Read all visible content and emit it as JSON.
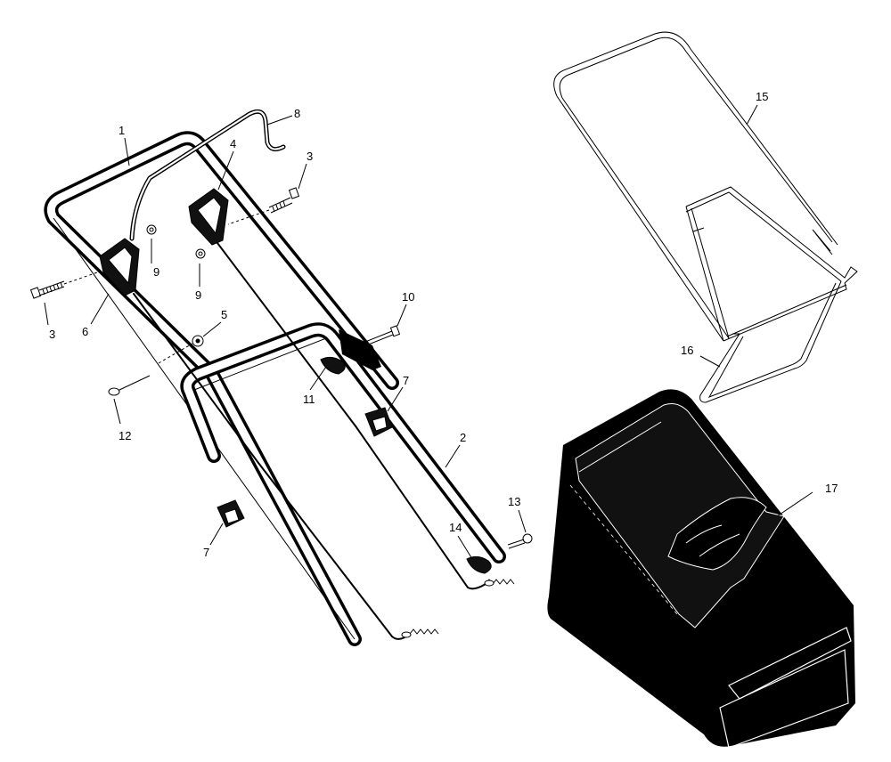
{
  "diagram": {
    "callouts": [
      {
        "id": "c1",
        "label": "1"
      },
      {
        "id": "c2",
        "label": "2"
      },
      {
        "id": "c3a",
        "label": "3"
      },
      {
        "id": "c3b",
        "label": "3"
      },
      {
        "id": "c4",
        "label": "4"
      },
      {
        "id": "c5",
        "label": "5"
      },
      {
        "id": "c6",
        "label": "6"
      },
      {
        "id": "c7a",
        "label": "7"
      },
      {
        "id": "c7b",
        "label": "7"
      },
      {
        "id": "c8",
        "label": "8"
      },
      {
        "id": "c9a",
        "label": "9"
      },
      {
        "id": "c9b",
        "label": "9"
      },
      {
        "id": "c10",
        "label": "10"
      },
      {
        "id": "c11",
        "label": "11"
      },
      {
        "id": "c12",
        "label": "12"
      },
      {
        "id": "c13",
        "label": "13"
      },
      {
        "id": "c14",
        "label": "14"
      },
      {
        "id": "c15",
        "label": "15"
      },
      {
        "id": "c16",
        "label": "16"
      },
      {
        "id": "c17",
        "label": "17"
      }
    ]
  }
}
